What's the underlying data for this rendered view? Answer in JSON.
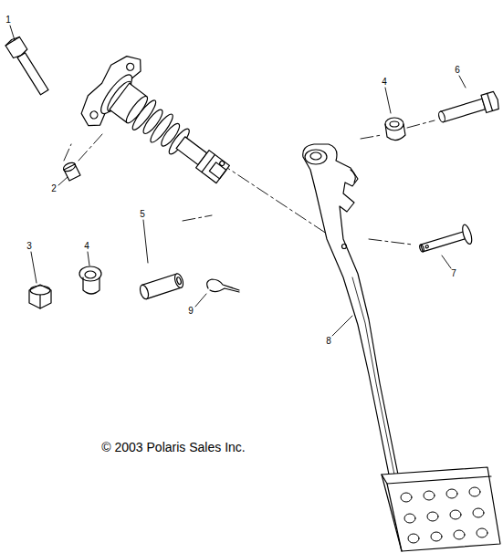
{
  "diagram": {
    "labels": [
      "1",
      "2",
      "3",
      "4",
      "5",
      "9",
      "4",
      "6",
      "7",
      "8",
      "© 2003 Polaris Sales Inc."
    ]
  }
}
